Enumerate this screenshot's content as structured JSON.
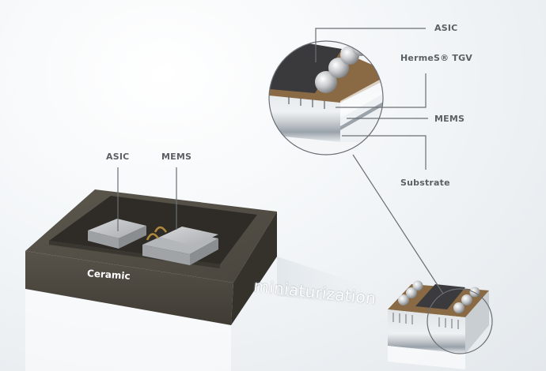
{
  "left_package": {
    "labels": {
      "asic": "ASIC",
      "mems": "MEMS",
      "ceramic": "Ceramic"
    }
  },
  "transition": {
    "text": "miniaturization"
  },
  "detail_callout": {
    "labels": {
      "asic": "ASIC",
      "hermes_tgv": "HermeS® TGV",
      "mems": "MEMS",
      "substrate": "Substrate"
    }
  },
  "colors": {
    "ceramic": "#4a463e",
    "chip_silver": "#b9bcbf",
    "asic_dark": "#3a3a3c",
    "substrate_brown": "#8a6a44",
    "label_text": "#5b6065",
    "leader_line": "#6b6f73"
  }
}
